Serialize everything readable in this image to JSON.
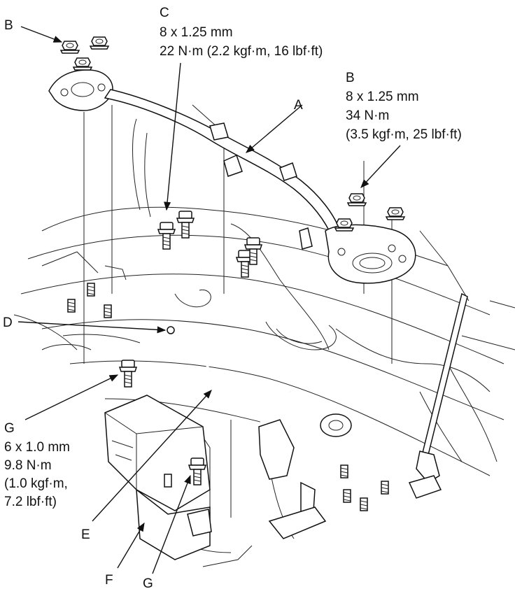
{
  "callouts": {
    "B_top": {
      "letter": "B"
    },
    "C": {
      "letter": "C",
      "size": "8 x 1.25 mm",
      "torque": "22 N·m (2.2 kgf·m, 16 lbf·ft)"
    },
    "B_right": {
      "letter": "B",
      "size": "8 x 1.25 mm",
      "torque": "34 N·m",
      "torque_alt": "(3.5 kgf·m, 25 lbf·ft)"
    },
    "A": {
      "letter": "A"
    },
    "D": {
      "letter": "D"
    },
    "G_left": {
      "letter": "G",
      "size": "6 x 1.0 mm",
      "torque": "9.8 N·m",
      "torque_alt1": "(1.0 kgf·m,",
      "torque_alt2": "7.2 lbf·ft)"
    },
    "E": {
      "letter": "E"
    },
    "F": {
      "letter": "F"
    },
    "G_bottom": {
      "letter": "G"
    }
  }
}
